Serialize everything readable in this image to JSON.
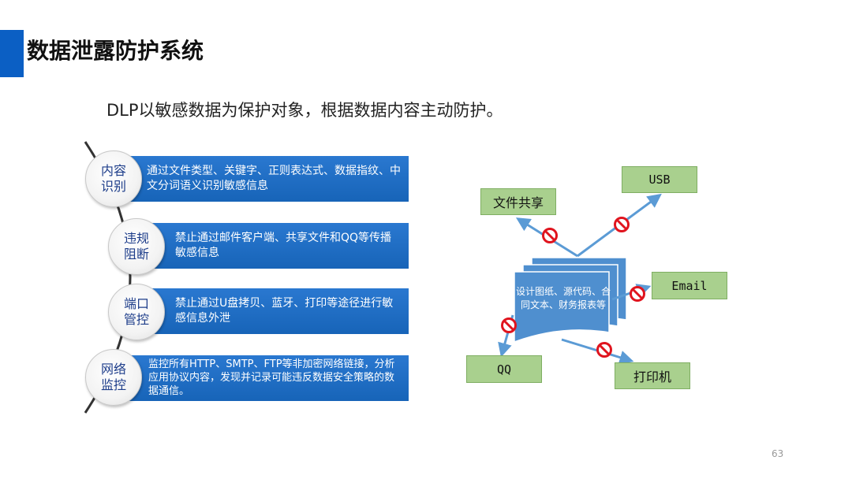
{
  "title": "数据泄露防护系统",
  "subtitle": "DLP以敏感数据为保护对象，根据数据内容主动防护。",
  "features": [
    {
      "label": "内容识别",
      "text": "通过文件类型、关键字、正则表达式、数据指纹、中文分词语义识别敏感信息"
    },
    {
      "label": "违规阻断",
      "text": "禁止通过邮件客户端、共享文件和QQ等传播敏感信息"
    },
    {
      "label": "端口管控",
      "text": "禁止通过U盘拷贝、蓝牙、打印等途径进行敏感信息外泄"
    },
    {
      "label": "网络监控",
      "text": "监控所有HTTP、SMTP、FTP等非加密网络链接，分析应用协议内容，发现并记录可能违反数据安全策略的数据通信。"
    }
  ],
  "diagram": {
    "document_text": "设计图纸、源代码、合同文本、财务报表等",
    "channels": [
      "文件共享",
      "USB",
      "Email",
      "QQ",
      "打印机"
    ]
  },
  "colors": {
    "accent": "#0b5fc4",
    "bar_blue": "#1f6fc5",
    "green_box": "#a9d08e",
    "arrow": "#5b9bd5",
    "block_red": "#e0141e"
  },
  "page_number": "63"
}
